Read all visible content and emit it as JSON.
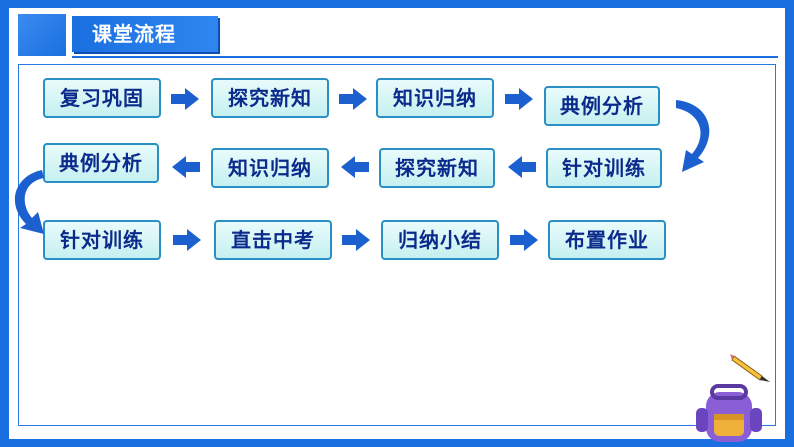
{
  "title": "课堂流程",
  "rows": [
    [
      "复习巩固",
      "探究新知",
      "知识归纳",
      "典例分析"
    ],
    [
      "典例分析",
      "知识归纳",
      "探究新知",
      "针对训练"
    ],
    [
      "针对训练",
      "直击中考",
      "归纳小结",
      "布置作业"
    ]
  ],
  "colors": {
    "accent": "#1a6fe0",
    "node_text": "#0a2a8c",
    "arrow": "#1c5fcf"
  },
  "icons": [
    "pencil-icon",
    "backpack-icon"
  ]
}
